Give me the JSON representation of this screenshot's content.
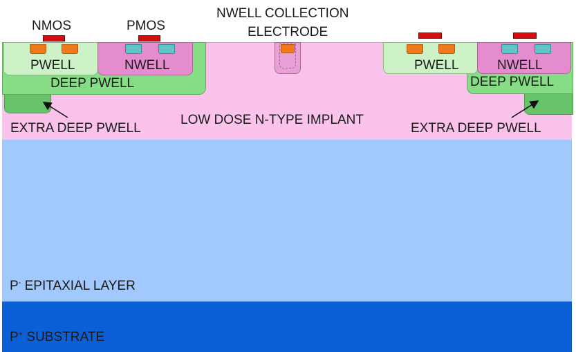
{
  "diagram": {
    "labels": {
      "nmos": "NMOS",
      "pmos": "PMOS",
      "collection_line1": "NWELL COLLECTION",
      "collection_line2": "ELECTRODE",
      "pwell_left": "PWELL",
      "nwell_left": "NWELL",
      "deep_pwell_left": "DEEP PWELL",
      "extra_deep_pwell_left": "EXTRA DEEP PWELL",
      "low_dose_implant": "LOW DOSE N-TYPE IMPLANT",
      "pwell_right": "PWELL",
      "nwell_right": "NWELL",
      "deep_pwell_right": "DEEP PWELL",
      "extra_deep_pwell_right": "EXTRA DEEP PWELL",
      "epi_prefix": "P",
      "epi_sup": "-",
      "epi_suffix": " EPITAXIAL LAYER",
      "sub_prefix": "P",
      "sub_sup": "+",
      "sub_suffix": " SUBSTRATE"
    },
    "colors": {
      "implant": "#fbc3ec",
      "epitaxial": "#a2c9fe",
      "substrate": "#0d5fd8",
      "pwell": "#cdf2c7",
      "nwell": "#e58ccf",
      "deep_pwell": "#86dd85",
      "extra_deep_pwell": "#68c46a",
      "n_plus": "#f07b1b",
      "p_plus": "#5fc3c7",
      "gate": "#d10f0f"
    }
  }
}
